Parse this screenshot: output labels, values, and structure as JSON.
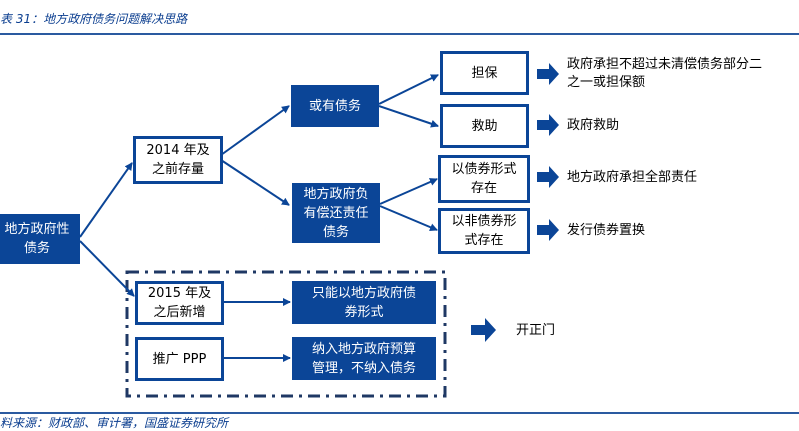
{
  "title": "表 31：地方政府债务问题解决思路",
  "source": "料来源：财政部、审计署，国盛证券研究所",
  "colors": {
    "primary": "#0b4597",
    "rule": "#2a5aa0",
    "title_text": "#0a3d8f"
  },
  "nodes": {
    "root": "地方政府性\n债务",
    "pre2014": "2014 年及\n之前存量",
    "contingent": "或有债务",
    "guarantee": "担保",
    "rescue": "救助",
    "repay_liability": "地方政府负\n有偿还责任\n债务",
    "bond_form": "以债券形式\n存在",
    "nonbond_form": "以非债券形\n式存在",
    "post2015": "2015 年及\n之后新增",
    "ppp": "推广 PPP",
    "only_bonds": "只能以地方政府债\n券形式",
    "budget": "纳入地方政府预算\n管理，不纳入债务"
  },
  "outcomes": {
    "guarantee": "政府承担不超过未清偿债务部分二\n之一或担保额",
    "rescue": "政府救助",
    "bond_form": "地方政府承担全部责任",
    "nonbond_form": "发行债券置换",
    "open_door": "开正门"
  },
  "icons": {
    "block_arrow": "right-block-arrow",
    "connector": "arrow-line"
  }
}
